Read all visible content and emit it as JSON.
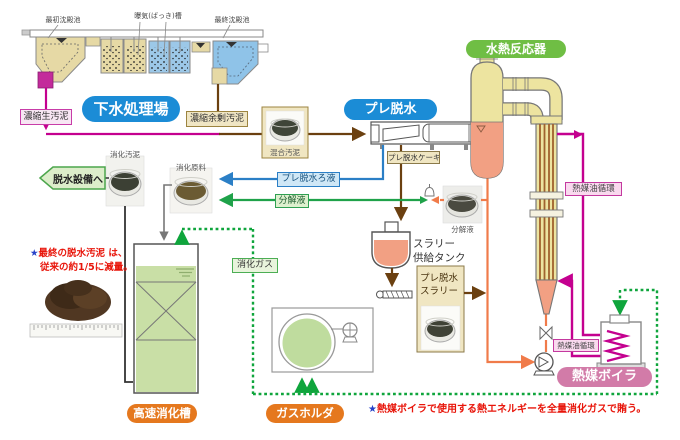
{
  "plant": {
    "title": "下水処理場",
    "first_pond": "最初沈殿池",
    "aeration": "曝気(ばっき)槽",
    "final_pond": "最終沈殿池",
    "raw_sludge": "濃縮生汚泥",
    "excess_sludge": "濃縮余剰汚泥"
  },
  "labels": {
    "mixed_sludge": "混合汚泥",
    "cake": "プレ脱水ケーキ",
    "filtrate": "プレ脱水ろ液",
    "decomposed": "分解液",
    "digested_sludge": "消化汚泥",
    "digestion_feed": "消化原料",
    "to_dewatering": "脱水設備へ",
    "digestion_gas": "消化ガス",
    "slurry_tank_l1": "スラリー",
    "slurry_tank_l2": "供給タンク",
    "slurry_box_l1": "プレ脱水",
    "slurry_box_l2": "スラリー",
    "heat_oil": "熱媒油循環"
  },
  "equipment": {
    "pre_dewatering": "プレ脱水",
    "reactor": "水熱反応器",
    "digester": "高速消化槽",
    "gas_holder": "ガスホルダ",
    "boiler": "熱媒ボイラ"
  },
  "notes": {
    "star": "★",
    "sludge_l1": "最終の脱水汚泥 は、",
    "sludge_l2": "従来の約1/5に減量。",
    "boiler_note": "熱媒ボイラで使用する熱エネルギーを全量消化ガスで賄う。"
  },
  "colors": {
    "blue_pill": "#1b8cd6",
    "green_pill": "#6fbe44",
    "orange_pill": "#e5781e",
    "pink_pill": "#d27ba8",
    "magenta_line": "#c4008f",
    "brown_line": "#6b4010",
    "blue_line": "#2b7fc6",
    "green_line": "#1fa24a",
    "gas_dotted": "#0fa53c",
    "orange_line": "#f07b4a",
    "note_red": "#e8150a"
  }
}
